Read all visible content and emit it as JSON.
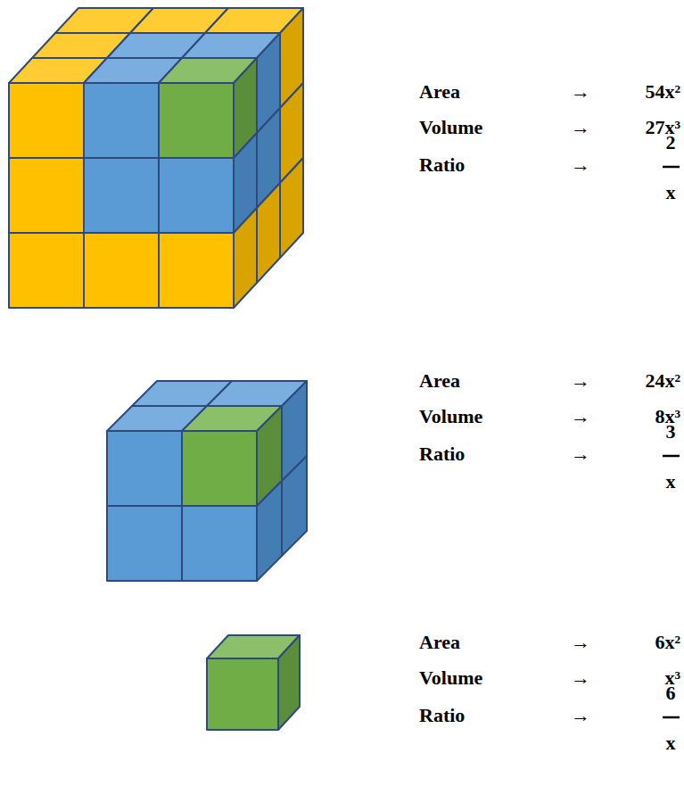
{
  "diagram": {
    "labels": [
      "Area",
      "→",
      "54x²",
      "Volume",
      "→",
      "27x³",
      "Ratio",
      "→",
      "2",
      "x",
      "Area",
      "→",
      "24x²",
      "Volume",
      "→",
      "8x³",
      "Ratio",
      "→",
      "3",
      "x",
      "Area",
      "→",
      "6x²",
      "Volume",
      "→",
      "x³",
      "Ratio",
      "→",
      "6",
      "x"
    ]
  }
}
